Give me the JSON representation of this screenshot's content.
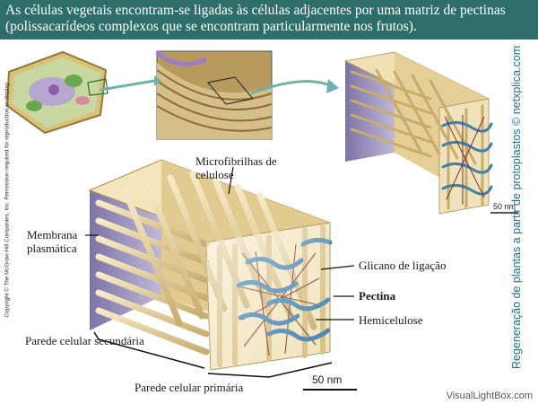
{
  "header": {
    "text": "As células vegetais encontram-se ligadas às células adjacentes por uma matriz de pectinas (polissacarídeos complexos que se encontram particularmente nos frutos)."
  },
  "labels": {
    "microfibrilhas": "Microfibrilhas de celulose",
    "membrana": "Membrana plasmática",
    "glicano": "Glicano de ligação",
    "pectina": "Pectina",
    "hemicelulose": "Hemicelulose",
    "parede_secundaria": "Parede celular secundária",
    "parede_primaria": "Parede celular primária",
    "scale_large": "50 nm",
    "scale_small": "50 nm"
  },
  "side_text": "Regeneração de plantas a partir de protoplastos © netxplica.com",
  "copyright": "Copyright © The McGraw-Hill Companies, Inc. Permission required for reproduction or display",
  "watermark": "VisualLightBox.com",
  "colors": {
    "header_bg": "#2e6e6a",
    "fiber": "#e9d6a2",
    "membrane": "#8e83b3",
    "hemicellulose": "#3f7fb0",
    "pectin": "#7a2e2e"
  }
}
